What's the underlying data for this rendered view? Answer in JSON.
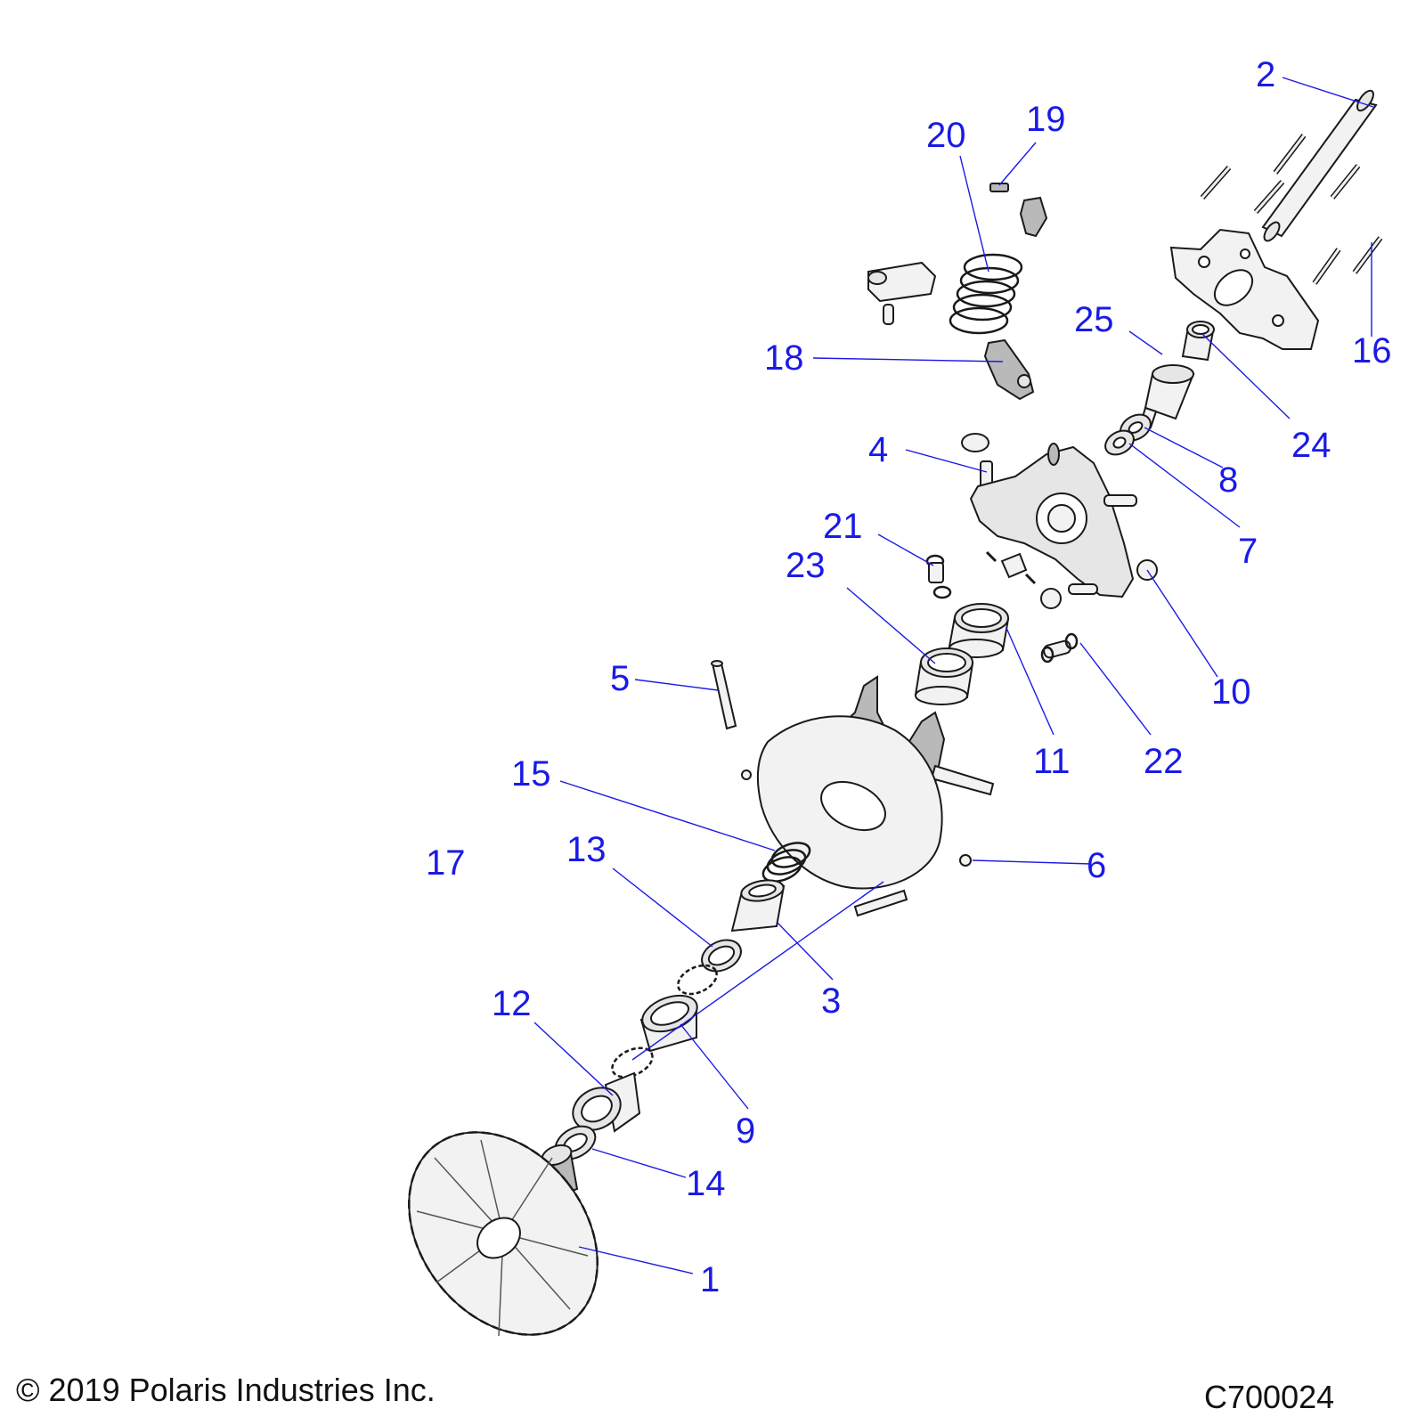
{
  "copyright": "© 2019 Polaris Industries Inc.",
  "diagram_code": "C700024",
  "colors": {
    "callout": "#1a1ae6",
    "line": "#1a1a1a",
    "part_fill": "#e6e6e6"
  },
  "callouts": [
    "1",
    "2",
    "3",
    "4",
    "5",
    "6",
    "7",
    "8",
    "9",
    "10",
    "11",
    "12",
    "13",
    "14",
    "15",
    "16",
    "17",
    "18",
    "19",
    "20",
    "21",
    "22",
    "23",
    "24",
    "25"
  ]
}
